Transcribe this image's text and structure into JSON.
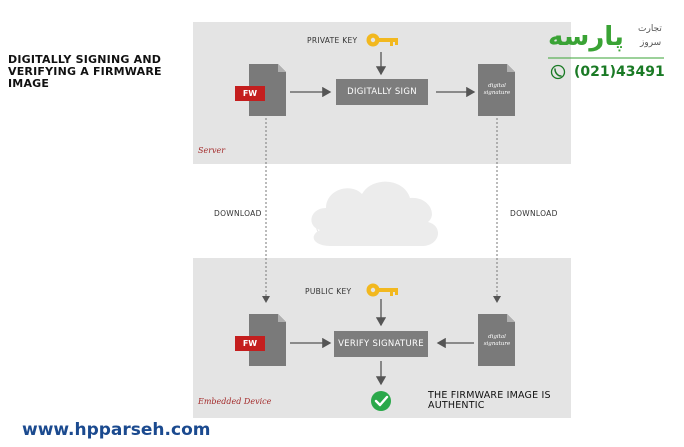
{
  "title": "DIGITALLY SIGNING AND VERIFYING A FIRMWARE IMAGE",
  "server": {
    "zone_label": "Server",
    "private_key_label": "PRIVATE KEY",
    "fw_tag": "FW",
    "sign_box_label": "DIGITALLY SIGN",
    "signature_doc_text": "digital signature"
  },
  "transfer": {
    "left_label": "DOWNLOAD",
    "right_label": "DOWNLOAD"
  },
  "device": {
    "zone_label": "Embedded Device",
    "public_key_label": "PUBLIC KEY",
    "fw_tag": "FW",
    "verify_box_label": "VERIFY SIGNATURE",
    "signature_doc_text": "digital signature",
    "result_text": "THE FIRMWARE IMAGE IS AUTHENTIC"
  },
  "brand": {
    "name": "پارسه",
    "line1": "تجارت",
    "line2": "سروز",
    "phone": "(021)43491",
    "website": "www.hpparseh.com"
  },
  "colors": {
    "panel": "#e4e4e4",
    "box": "#7d7d7d",
    "fw_red": "#c41e1e",
    "key_gold": "#f2b81f",
    "check_green": "#2aa84a",
    "brand_green": "#3aa335"
  },
  "icons": [
    "key-icon",
    "cloud-icon",
    "check-icon",
    "phone-icon",
    "document-icon"
  ]
}
